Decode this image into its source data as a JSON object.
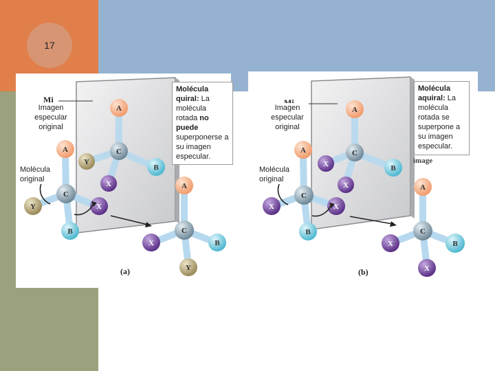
{
  "slide": {
    "number": "17"
  },
  "colors": {
    "orange_block": "#e07f4a",
    "olive_block": "#9aa17c",
    "blue_block": "#95b3d0",
    "atom_a": "#f6b48c",
    "atom_b": "#7fcfe0",
    "atom_c": "#8fa6b4",
    "atom_x": "#7b4fa6",
    "atom_y": "#b8a878"
  },
  "panel_a": {
    "label": "(a)",
    "mirror_label": "Mi",
    "caption_mirror_image": "Imagen especular original",
    "caption_original": "Molécula original",
    "callout": {
      "strong1": "Molécula quiral:",
      "text1": " La molécula rotada ",
      "strong2": "no puede",
      "text2": " superponerse a su imagen especular."
    },
    "atoms": {
      "a": "A",
      "b": "B",
      "c": "C",
      "x": "X",
      "y": "Y"
    }
  },
  "panel_b": {
    "label": "(b)",
    "mirror_label": "Mi",
    "extra_text": "image",
    "caption_mirror_image": "Imagen especular original",
    "caption_original": "Molécula original",
    "callout": {
      "strong1": "Molécula aquiral:",
      "text1": " La molécula rotada se superpone a su imagen especular."
    },
    "atoms": {
      "a": "A",
      "b": "B",
      "c": "C",
      "x": "X"
    }
  }
}
